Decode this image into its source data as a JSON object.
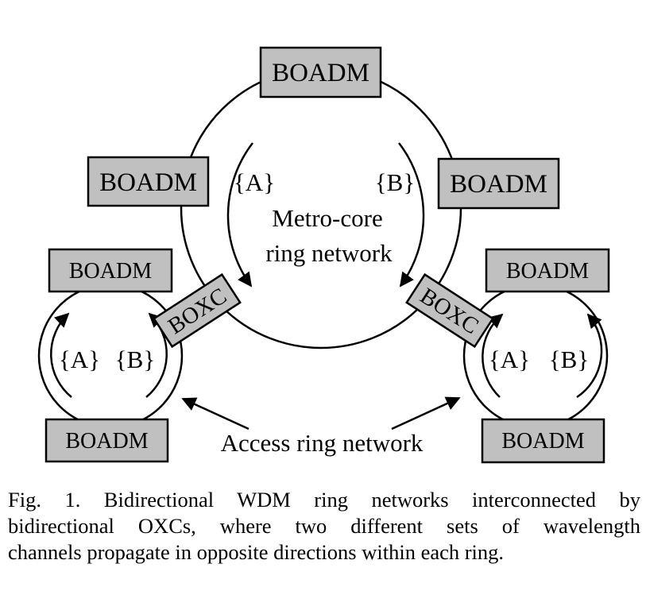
{
  "colors": {
    "box_fill": "#c0c0c0",
    "stroke": "#000000",
    "background": "#ffffff"
  },
  "metro_ring": {
    "label_line1": "Metro-core",
    "label_line2": "ring network",
    "set_a": "{A}",
    "set_b": "{B}",
    "nodes": {
      "top": "BOADM",
      "left": "BOADM",
      "right": "BOADM"
    }
  },
  "crossconnects": {
    "left": "BOXC",
    "right": "BOXC"
  },
  "access_rings": {
    "label": "Access ring network",
    "left": {
      "set_a": "{A}",
      "set_b": "{B}",
      "top_node": "BOADM",
      "bottom_node": "BOADM"
    },
    "right": {
      "set_a": "{A}",
      "set_b": "{B}",
      "top_node": "BOADM",
      "bottom_node": "BOADM"
    }
  },
  "caption": {
    "line1": "Fig. 1. Bidirectional WDM ring networks interconnected by",
    "line2": "bidirectional OXCs, where two different sets of wavelength",
    "line3": "channels propagate in opposite directions within each ring."
  }
}
